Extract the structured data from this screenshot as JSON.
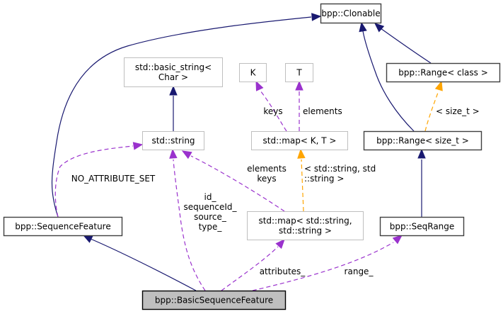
{
  "title": "bpp::BasicSequenceFeature collaboration graph",
  "colors": {
    "inheritance": "#191970",
    "usage": "#9a32cd",
    "template": "#ffa500",
    "node_border_documented": "#404040",
    "node_border_external": "#bfbfbf",
    "focus_fill": "#bfbfbf"
  },
  "nodes": [
    {
      "id": "clonable",
      "lines": [
        "bpp::Clonable"
      ],
      "kind": "documented"
    },
    {
      "id": "basic-string",
      "lines": [
        "std::basic_string<",
        "Char >"
      ],
      "kind": "external"
    },
    {
      "id": "k",
      "lines": [
        "K"
      ],
      "kind": "external"
    },
    {
      "id": "t",
      "lines": [
        "T"
      ],
      "kind": "external"
    },
    {
      "id": "range-class",
      "lines": [
        "bpp::Range< class >"
      ],
      "kind": "documented"
    },
    {
      "id": "string",
      "lines": [
        "std::string"
      ],
      "kind": "external"
    },
    {
      "id": "map-kt",
      "lines": [
        "std::map< K, T >"
      ],
      "kind": "external"
    },
    {
      "id": "range-size-t",
      "lines": [
        "bpp::Range< size_t >"
      ],
      "kind": "documented"
    },
    {
      "id": "sequence-feature",
      "lines": [
        "bpp::SequenceFeature"
      ],
      "kind": "documented"
    },
    {
      "id": "map-string-string",
      "lines": [
        "std::map< std::string,",
        "std::string >"
      ],
      "kind": "external"
    },
    {
      "id": "seq-range",
      "lines": [
        "bpp::SeqRange"
      ],
      "kind": "documented"
    },
    {
      "id": "basic-sequence-feature",
      "lines": [
        "bpp::BasicSequenceFeature"
      ],
      "kind": "focus"
    }
  ],
  "edges": [
    {
      "id": "sequence-feature-to-clonable",
      "from": "sequence-feature",
      "to": "clonable",
      "type": "inheritance",
      "label": []
    },
    {
      "id": "range-class-to-clonable",
      "from": "range-class",
      "to": "clonable",
      "type": "inheritance",
      "label": []
    },
    {
      "id": "range-size-t-to-clonable",
      "from": "range-size-t",
      "to": "clonable",
      "type": "inheritance",
      "label": []
    },
    {
      "id": "string-to-basic-string",
      "from": "string",
      "to": "basic-string",
      "type": "inheritance",
      "label": []
    },
    {
      "id": "map-kt-to-k",
      "from": "map-kt",
      "to": "k",
      "type": "usage",
      "label": [
        "keys"
      ]
    },
    {
      "id": "map-kt-to-t",
      "from": "map-kt",
      "to": "t",
      "type": "usage",
      "label": [
        "elements"
      ]
    },
    {
      "id": "range-size-t-to-range-class",
      "from": "range-size-t",
      "to": "range-class",
      "type": "template",
      "label": [
        "< size_t >"
      ]
    },
    {
      "id": "sequence-feature-to-string",
      "from": "sequence-feature",
      "to": "string",
      "type": "usage",
      "label": [
        "NO_ATTRIBUTE_SET"
      ]
    },
    {
      "id": "map-string-string-to-string",
      "from": "map-string-string",
      "to": "string",
      "type": "usage",
      "label": [
        "elements",
        "keys"
      ]
    },
    {
      "id": "map-string-string-to-map-kt",
      "from": "map-string-string",
      "to": "map-kt",
      "type": "template",
      "label": [
        "< std::string, std",
        "::string >"
      ]
    },
    {
      "id": "seq-range-to-range-size-t",
      "from": "seq-range",
      "to": "range-size-t",
      "type": "inheritance",
      "label": []
    },
    {
      "id": "basic-sequence-feature-to-sequence-feature",
      "from": "basic-sequence-feature",
      "to": "sequence-feature",
      "type": "inheritance",
      "label": []
    },
    {
      "id": "basic-sequence-feature-to-string",
      "from": "basic-sequence-feature",
      "to": "string",
      "type": "usage",
      "label": [
        "id_",
        "sequenceId_",
        "source_",
        "type_"
      ]
    },
    {
      "id": "basic-sequence-feature-to-map-string-string",
      "from": "basic-sequence-feature",
      "to": "map-string-string",
      "type": "usage",
      "label": [
        "attributes_"
      ]
    },
    {
      "id": "basic-sequence-feature-to-seq-range",
      "from": "basic-sequence-feature",
      "to": "seq-range",
      "type": "usage",
      "label": [
        "range_"
      ]
    }
  ]
}
